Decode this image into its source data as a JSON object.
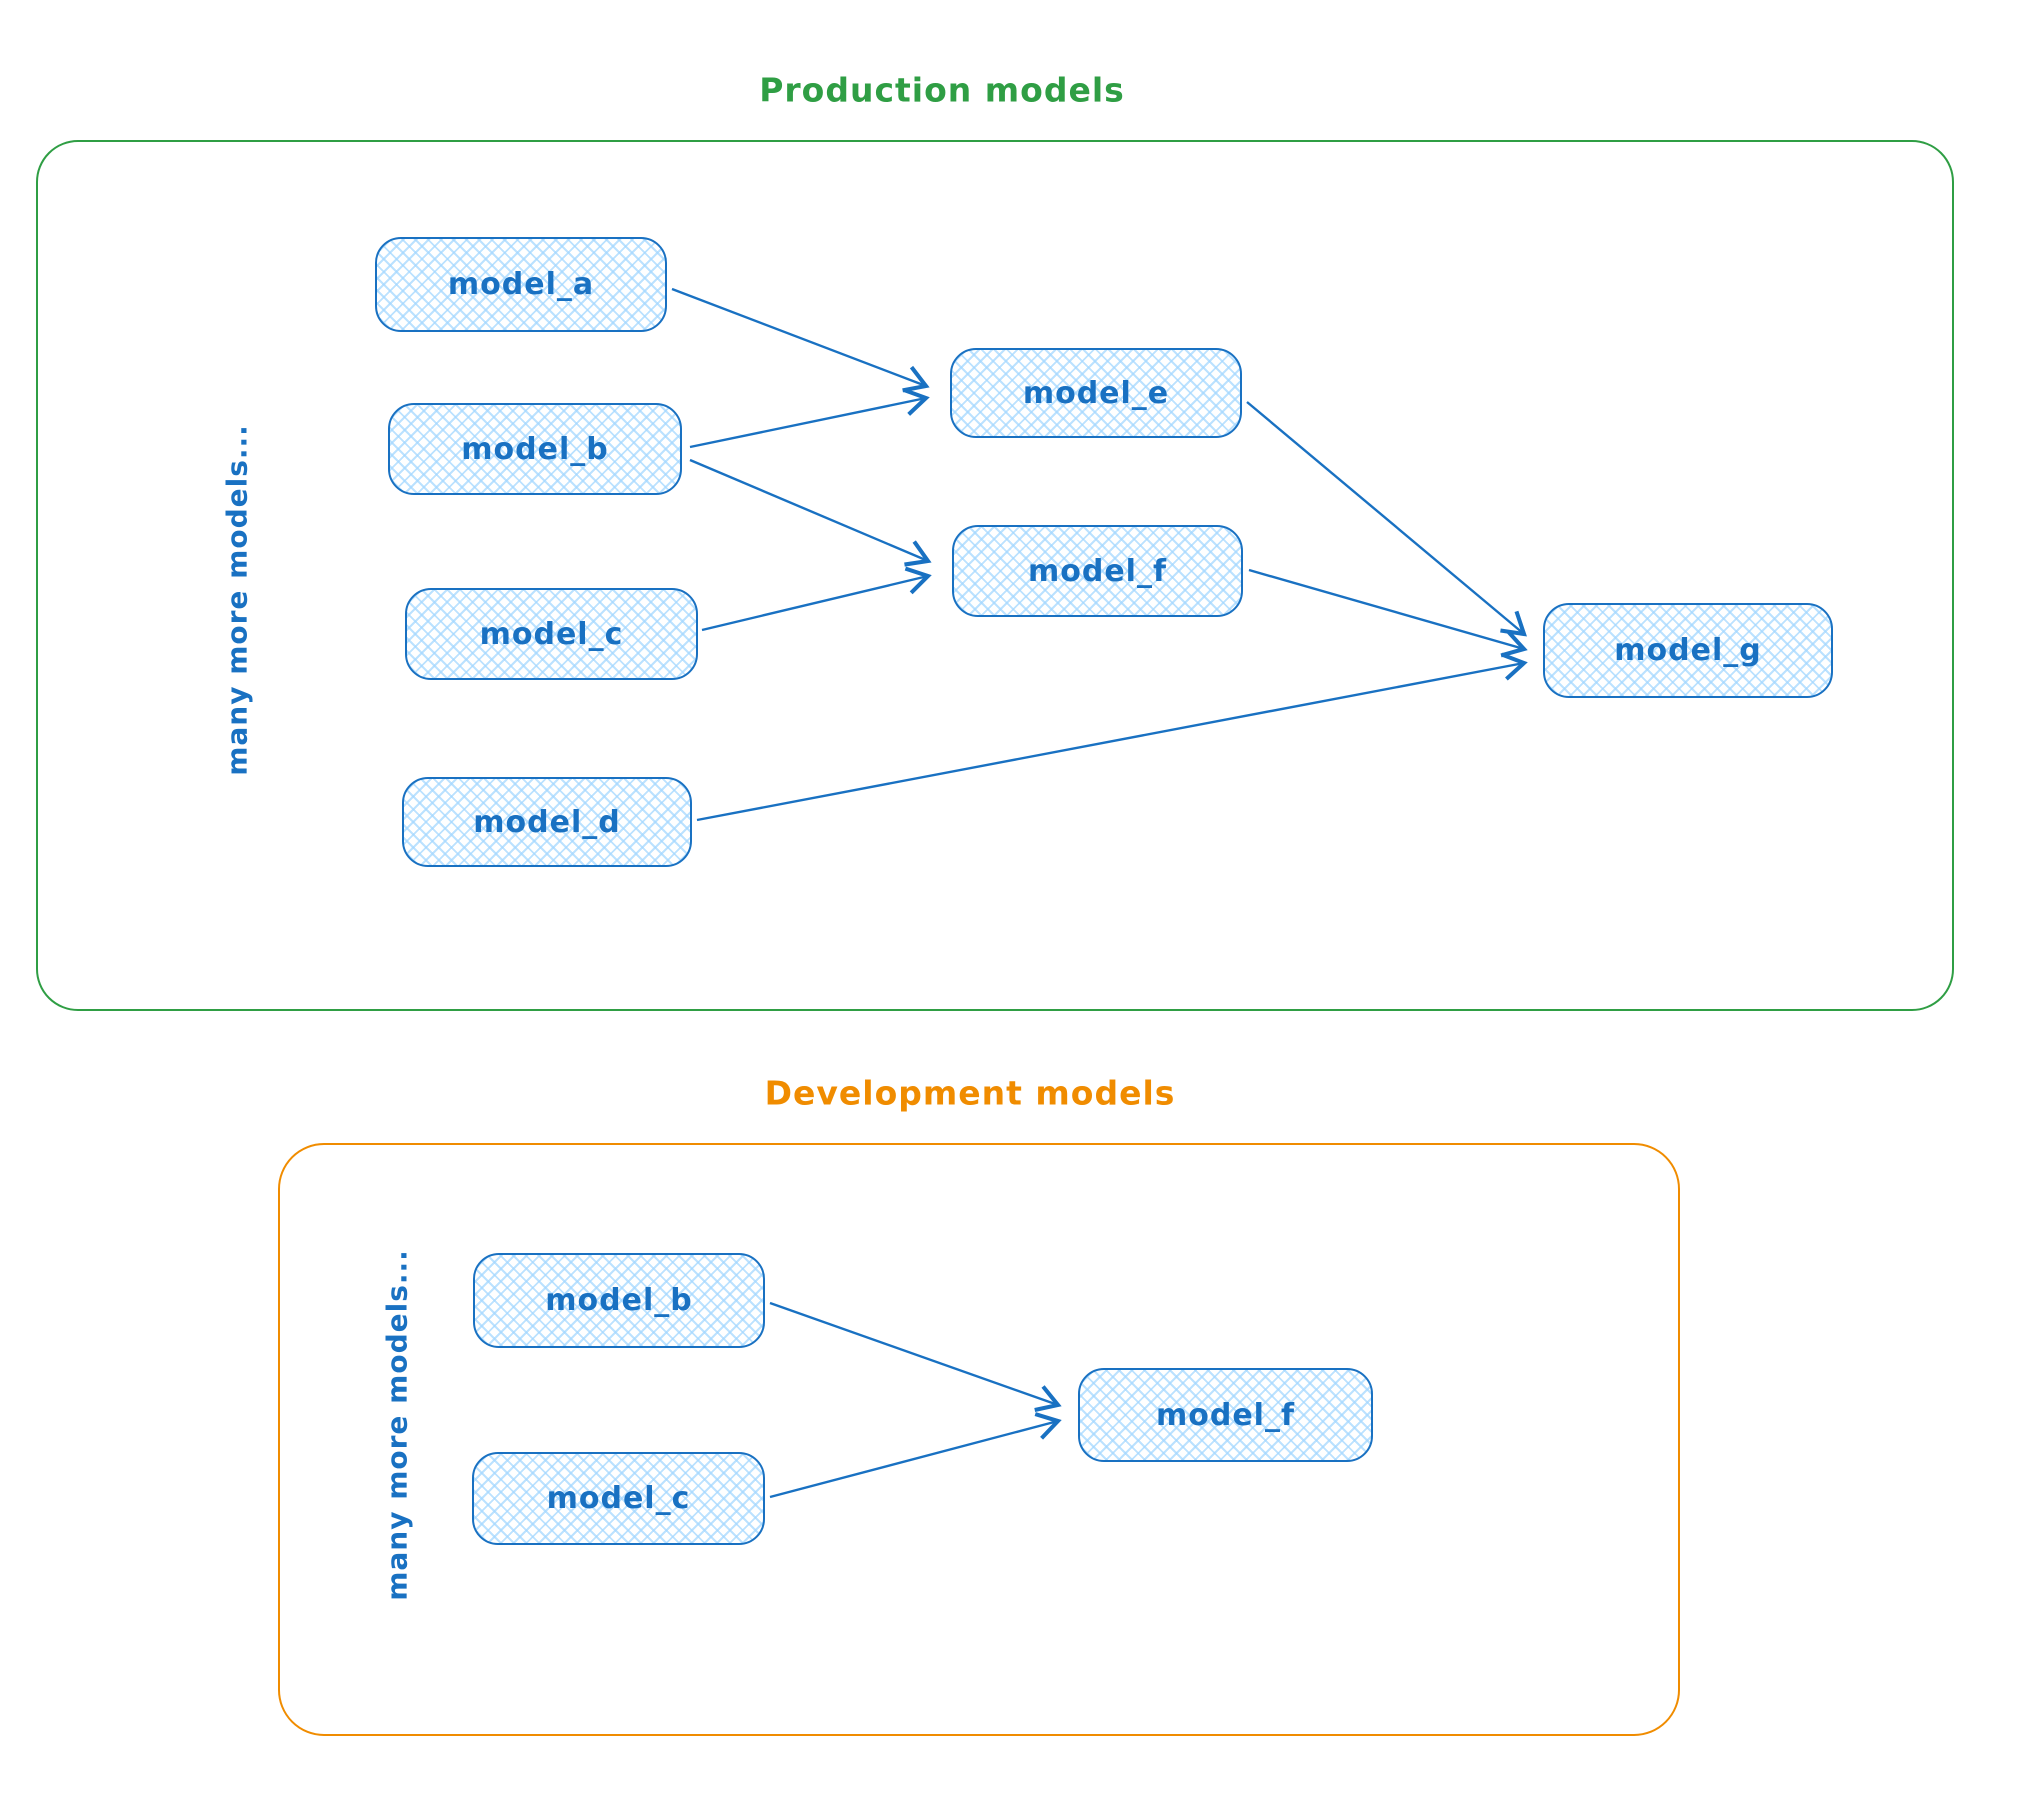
{
  "colors": {
    "node_stroke": "#1971c2",
    "node_fill": "#a5d8ff",
    "production_accent": "#2f9e44",
    "development_accent": "#f08c00"
  },
  "production": {
    "title": "Production models",
    "side_label": "many more models...",
    "nodes": [
      {
        "id": "model_a",
        "label": "model_a"
      },
      {
        "id": "model_b",
        "label": "model_b"
      },
      {
        "id": "model_c",
        "label": "model_c"
      },
      {
        "id": "model_d",
        "label": "model_d"
      },
      {
        "id": "model_e",
        "label": "model_e"
      },
      {
        "id": "model_f",
        "label": "model_f"
      },
      {
        "id": "model_g",
        "label": "model_g"
      }
    ],
    "edges": [
      {
        "from": "model_a",
        "to": "model_e"
      },
      {
        "from": "model_b",
        "to": "model_e"
      },
      {
        "from": "model_b",
        "to": "model_f"
      },
      {
        "from": "model_c",
        "to": "model_f"
      },
      {
        "from": "model_e",
        "to": "model_g"
      },
      {
        "from": "model_f",
        "to": "model_g"
      },
      {
        "from": "model_d",
        "to": "model_g"
      }
    ]
  },
  "development": {
    "title": "Development models",
    "side_label": "many more models...",
    "nodes": [
      {
        "id": "model_b",
        "label": "model_b"
      },
      {
        "id": "model_c",
        "label": "model_c"
      },
      {
        "id": "model_f",
        "label": "model_f"
      }
    ],
    "edges": [
      {
        "from": "model_b",
        "to": "model_f"
      },
      {
        "from": "model_c",
        "to": "model_f"
      }
    ]
  }
}
